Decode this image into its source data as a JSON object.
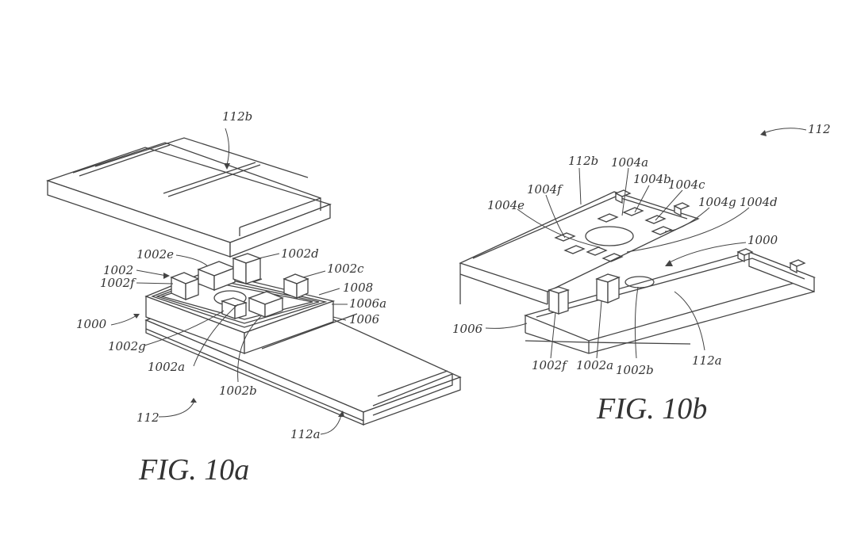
{
  "figures": {
    "fig10a": {
      "caption": "FIG. 10a"
    },
    "fig10b": {
      "caption": "FIG. 10b"
    }
  },
  "labels_10a": {
    "l112b": "112b",
    "l1002e": "1002e",
    "l1002d": "1002d",
    "l1002": "1002",
    "l1002c": "1002c",
    "l1002f": "1002f",
    "l1008": "1008",
    "l1006a": "1006a",
    "l1000": "1000",
    "l1006": "1006",
    "l1002g": "1002g",
    "l1002a": "1002a",
    "l1002b": "1002b",
    "l112": "112",
    "l112a": "112a"
  },
  "labels_10b": {
    "l112": "112",
    "l112b": "112b",
    "l1004a": "1004a",
    "l1004b": "1004b",
    "l1004c": "1004c",
    "l1004f": "1004f",
    "l1004g": "1004g",
    "l1004d": "1004d",
    "l1004e": "1004e",
    "l1000": "1000",
    "l1006": "1006",
    "l1002f": "1002f",
    "l1002a": "1002a",
    "l1002b": "1002b",
    "l112a": "112a"
  }
}
